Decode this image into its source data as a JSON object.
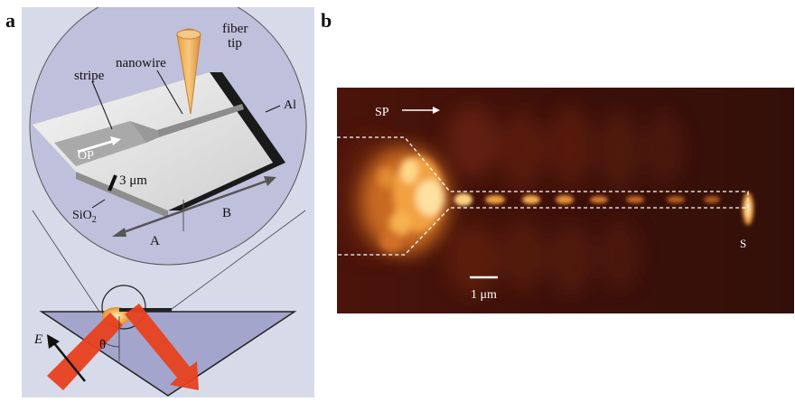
{
  "panel_a": {
    "label": "a",
    "labels": {
      "stripe": "stripe",
      "nanowire": "nanowire",
      "fiber_tip_1": "fiber",
      "fiber_tip_2": "tip",
      "al": "Al",
      "op": "OP",
      "scale": "3 μm",
      "sio2_main": "SiO",
      "sio2_sub": "2",
      "a": "A",
      "b": "B",
      "e": "E",
      "theta": "θ"
    }
  },
  "panel_b": {
    "label": "b",
    "labels": {
      "sp": "SP",
      "s": "S",
      "scale": "1 μm"
    }
  },
  "colors": {
    "panel_a_bg": "#d7dbe9",
    "magnifier_fill": "#bfc0dc",
    "fiber": "#f0b15e",
    "beam": "#e8401f",
    "nearfield_bg": "#3a0e08",
    "hot": "#ffe9a0"
  }
}
